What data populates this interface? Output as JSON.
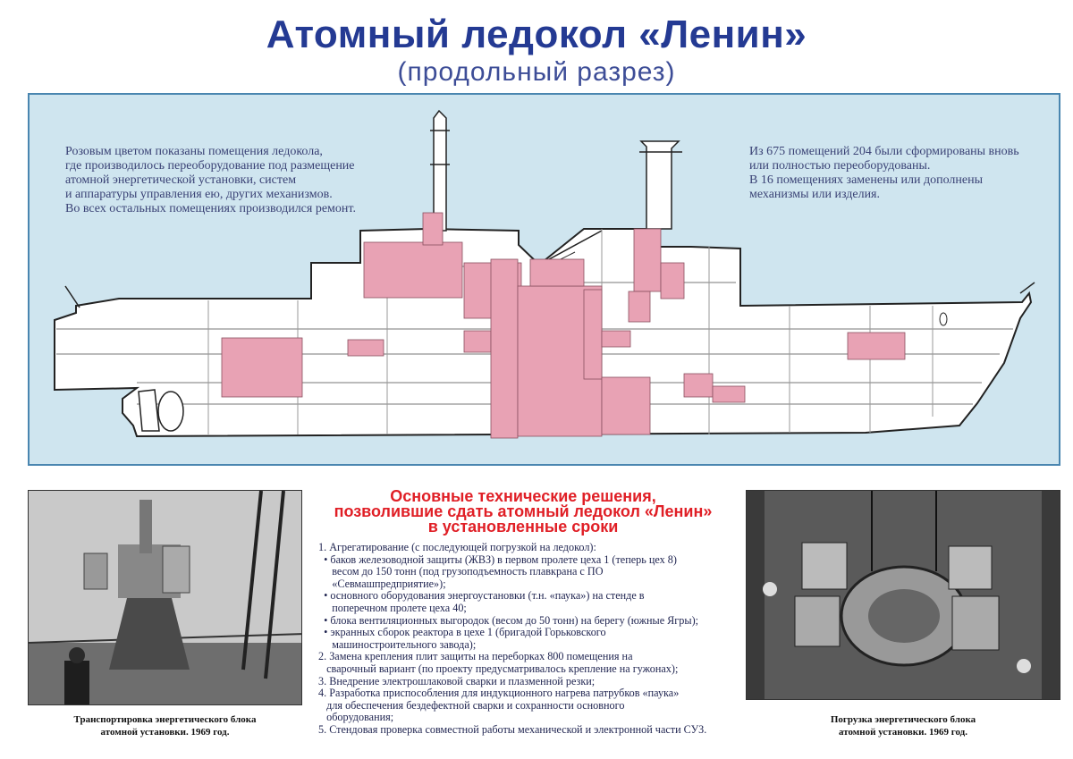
{
  "title": "Атомный ледокол «Ленин»",
  "subtitle": "(продольный разрез)",
  "diagram": {
    "note_left": [
      "Розовым цветом показаны помещения ледокола,",
      "где производилось переоборудование под размещение",
      "атомной энергетической установки, систем",
      "и аппаратуры управления ею, других механизмов.",
      "Во всех остальных помещениях производился ремонт."
    ],
    "note_right": [
      "Из 675 помещений 204 были сформированы вновь",
      "или полностью переоборудованы.",
      "В 16 помещениях заменены или дополнены",
      "механизмы или изделия."
    ],
    "colors": {
      "background": "#cfe5ef",
      "hull": "#ffffff",
      "converted": "#e8a2b4",
      "outline": "#222222"
    }
  },
  "solutions": {
    "title": [
      "Основные технические решения,",
      "позволившие сдать атомный ледокол «Ленин»",
      "в установленные сроки"
    ],
    "items": [
      "1. Агрегатирование (с последующей погрузкой на ледокол):",
      "  • баков железоводной защиты (ЖВЗ) в первом пролете цеха 1 (теперь цех 8)",
      "     весом до 150 тонн (под грузоподъемность плавкрана с ПО",
      "     «Севмашпредприятие»);",
      "  • основного оборудования энергоустановки (т.н. «паука») на стенде в",
      "     поперечном пролете цеха 40;",
      "  • блока вентиляционных выгородок (весом до 50 тонн) на берегу (южные Ягры);",
      "  • экранных сборок реактора в цехе 1 (бригадой Горьковского",
      "     машиностроительного завода);",
      "2. Замена крепления плит защиты на переборках 800 помещения на",
      "   сварочный вариант (по проекту предусматривалось крепление на гужонах);",
      "3. Внедрение электрошлаковой сварки и плазменной резки;",
      "4. Разработка приспособления для индукционного нагрева патрубков «паука»",
      "   для обеспечения бездефектной сварки и сохранности основного",
      "   оборудования;",
      "5. Стендовая проверка совместной работы механической и электронной части СУЗ."
    ]
  },
  "photos": {
    "left_caption": [
      "Транспортировка энергетического блока",
      "атомной установки. 1969 год."
    ],
    "right_caption": [
      "Погрузка энергетического блока",
      "атомной установки. 1969 год."
    ]
  }
}
